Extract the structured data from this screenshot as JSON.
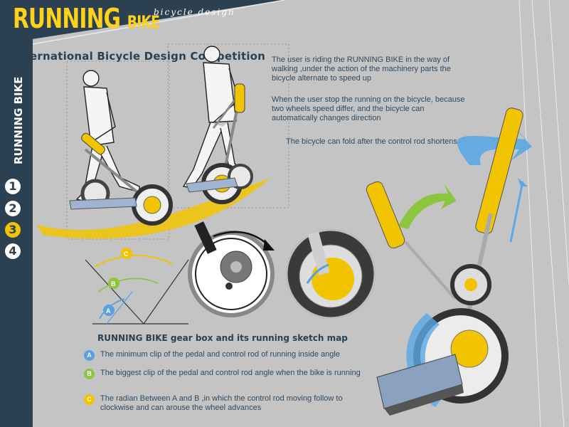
{
  "header": {
    "title_big": "RUNNING",
    "title_small": "BIKE",
    "tagline": "bicycle design",
    "subtitle": "International Bicycle Design Competition"
  },
  "sidebar": {
    "vertical_title": "RUNNING BIKE",
    "steps": [
      "1",
      "2",
      "3",
      "4"
    ],
    "active_step": "3"
  },
  "descriptions": [
    "The user  is riding the RUNNING BIKE in the way of walking ,under the action of the machinery parts the bicycle alternate to speed up",
    "When the user stop the running on the bicycle, because two  wheels  speed differ, and the bicycle can automatically changes direction",
    "The  bicycle can fold after the control rod shortens"
  ],
  "angle_labels": [
    "A",
    "B",
    "C"
  ],
  "gearbox_title": "RUNNING BIKE gear box and its running sketch map",
  "legend": [
    {
      "key": "A",
      "text": "The minimum clip of the pedal and control rod of running inside angle",
      "color": "#5a9fe0"
    },
    {
      "key": "B",
      "text": "The  biggest clip of the pedal and control rod angle when the bike is running",
      "color": "#8cc63f"
    },
    {
      "key": "C",
      "text": "The radian Between A and B ,in which  the control rod moving  follow to clockwise and can arouse the  wheel advances",
      "color": "#f2c400"
    }
  ],
  "colors": {
    "navy": "#2b4050",
    "yellow": "#f2c400",
    "blue": "#5a9fe0",
    "green": "#8cc63f",
    "background": "#c4c4c4"
  }
}
